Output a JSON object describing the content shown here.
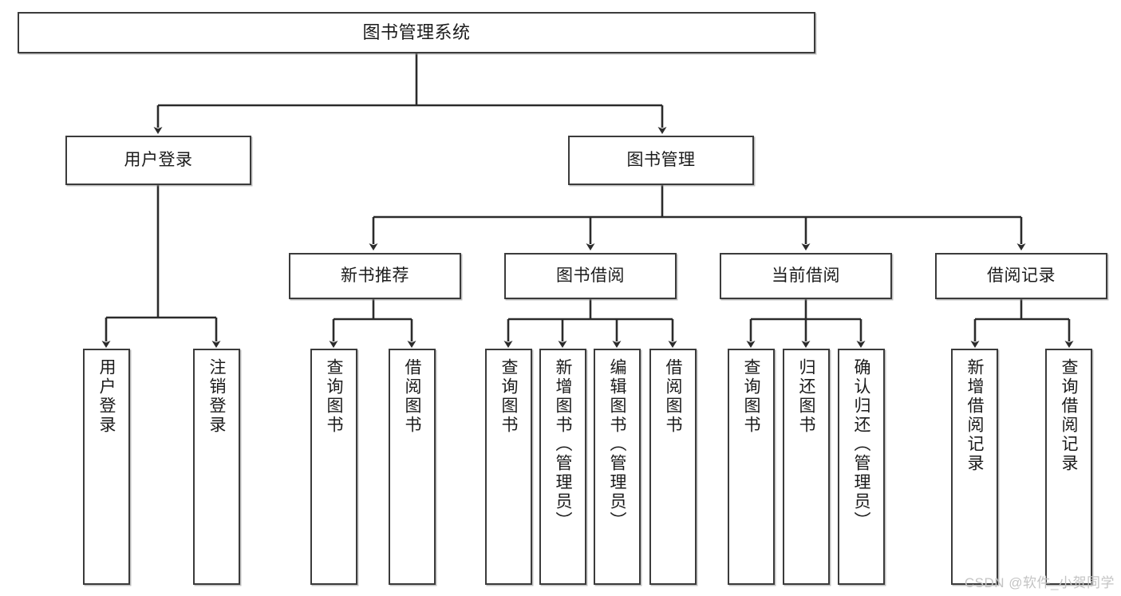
{
  "diagram": {
    "title": "图书管理系统",
    "type": "tree-hierarchy-diagram",
    "watermark": "CSDN @软件_小贺同学",
    "colors": {
      "box_border": "#3b3b3b",
      "box_fill": "#ffffff",
      "edge": "#2b2b2b",
      "text": "#1b1b1b",
      "watermark": "#c4c4c4",
      "background": "#ffffff"
    },
    "nodes": {
      "root": {
        "label": "图书管理系统"
      },
      "level2": [
        {
          "id": "user-login",
          "label": "用户登录"
        },
        {
          "id": "book-manage",
          "label": "图书管理"
        }
      ],
      "level3": [
        {
          "id": "new-book-rec",
          "label": "新书推荐"
        },
        {
          "id": "book-borrow",
          "label": "图书借阅"
        },
        {
          "id": "current-borrow",
          "label": "当前借阅"
        },
        {
          "id": "borrow-record",
          "label": "借阅记录"
        }
      ],
      "leaves": {
        "user_login": [
          {
            "id": "leaf-user-login",
            "label": "用户登录"
          },
          {
            "id": "leaf-user-logout",
            "label": "注销登录"
          }
        ],
        "new_book_rec": [
          {
            "id": "leaf-query-book-1",
            "label": "查询图书"
          },
          {
            "id": "leaf-borrow-book-1",
            "label": "借阅图书"
          }
        ],
        "book_borrow": [
          {
            "id": "leaf-query-book-2",
            "label": "查询图书"
          },
          {
            "id": "leaf-add-book",
            "label": "新增图书（管理员）"
          },
          {
            "id": "leaf-edit-book",
            "label": "编辑图书（管理员）"
          },
          {
            "id": "leaf-borrow-book-2",
            "label": "借阅图书"
          }
        ],
        "current_borrow": [
          {
            "id": "leaf-query-book-3",
            "label": "查询图书"
          },
          {
            "id": "leaf-return-book",
            "label": "归还图书"
          },
          {
            "id": "leaf-confirm-return",
            "label": "确认归还（管理员）"
          }
        ],
        "borrow_record": [
          {
            "id": "leaf-add-record",
            "label": "新增借阅记录"
          },
          {
            "id": "leaf-query-record",
            "label": "查询借阅记录"
          }
        ]
      }
    }
  }
}
